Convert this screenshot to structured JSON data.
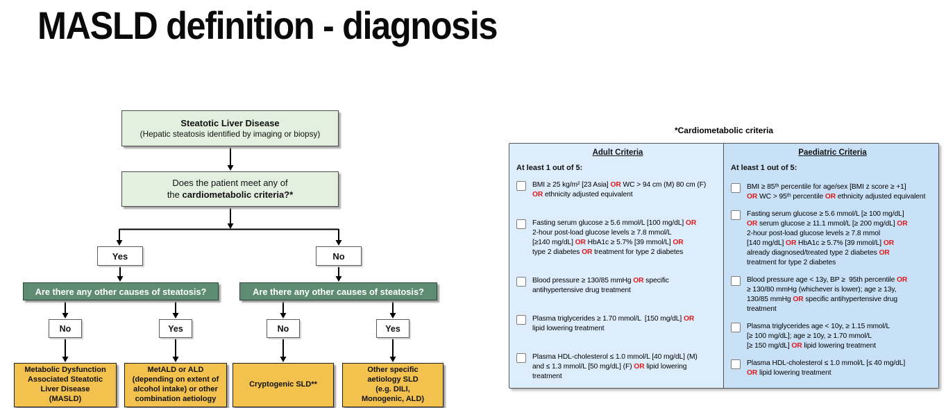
{
  "title": "MASLD definition - diagnosis",
  "flowchart": {
    "root": {
      "title": "Steatotic Liver Disease",
      "subtitle": "(Hepatic steatosis identified by imaging or biopsy)"
    },
    "question": {
      "line1": "Does the patient meet any of",
      "line2_prefix": "the ",
      "line2_bold": "cardiometabolic criteria?*"
    },
    "branch_yes": "Yes",
    "branch_no": "No",
    "steatosis_question_left": "Are there any other causes of steatosis?",
    "steatosis_question_right": "Are there any other causes of steatosis?",
    "sub_answers": [
      "No",
      "Yes",
      "No",
      "Yes"
    ],
    "outcomes": [
      {
        "lines": [
          "Metabolic Dysfunction",
          "Associated Steatotic",
          "Liver Disease",
          "(MASLD)"
        ]
      },
      {
        "lines": [
          "MetALD or ALD",
          "(depending on extent of",
          "alcohol intake) or other",
          "combination aetiology"
        ]
      },
      {
        "lines": [
          "Cryptogenic SLD**"
        ]
      },
      {
        "lines": [
          "Other specific",
          "aetiology SLD",
          "(e.g. DILI,",
          "Monogenic, ALD)"
        ]
      }
    ]
  },
  "criteria_table": {
    "title": "*Cardiometabolic criteria",
    "columns": [
      {
        "header": "Adult Criteria",
        "subheader": "At least 1 out of 5:",
        "items": [
          [
            "BMI ≥ 25 kg/m² [23 Asia] OR WC > 94 cm (M) 80 cm (F)",
            "OR ethnicity adjusted equivalent"
          ],
          [
            "Fasting serum glucose ≥ 5.6 mmol/L [100 mg/dL] OR",
            "2-hour post-load glucose levels ≥ 7.8 mmol/L",
            "[≥140 mg/dL] OR HbA1c ≥ 5.7% [39 mmol/L] OR",
            "type 2 diabetes OR treatment for type 2 diabetes"
          ],
          [
            "Blood pressure ≥ 130/85 mmHg OR specific",
            "antihypertensive drug treatment"
          ],
          [
            "Plasma triglycerides ≥ 1.70 mmol/L  [150 mg/dL] OR",
            "lipid lowering treatment"
          ],
          [
            "Plasma HDL-cholesterol ≤ 1.0 mmol/L [40 mg/dL] (M)",
            "and ≤ 1.3 mmol/L [50 mg/dL] (F) OR lipid lowering",
            "treatment"
          ]
        ]
      },
      {
        "header": "Paediatric Criteria",
        "subheader": "At least 1 out of 5:",
        "items": [
          [
            "BMI ≥ 85ᵗʰ percentile for age/sex [BMI z score ≥ +1]",
            "OR WC > 95ᵗʰ percentile OR ethnicity adjusted equivalent"
          ],
          [
            "Fasting serum glucose ≥ 5.6 mmol/L [≥ 100 mg/dL]",
            "OR serum glucose ≥ 11.1 mmol/L [≥ 200 mg/dL] OR",
            "2-hour post-load glucose levels ≥ 7.8 mmol",
            "[140 mg/dL] OR HbA1c ≥ 5.7% [39 mmol/L] OR",
            "already diagnosed/treated type 2 diabetes OR",
            "treatment for type 2 diabetes"
          ],
          [
            "Blood pressure age < 13y, BP ≥  95th percentile OR",
            "≥ 130/80 mmHg (whichever is lower); age ≥ 13y,",
            "130/85 mmHg OR specific antihypertensive drug",
            "treatment"
          ],
          [
            "Plasma triglycerides age < 10y, ≥ 1.15 mmol/L",
            "[≥ 100 mg/dL]; age ≥ 10y, ≥ 1.70 mmol/L",
            "[≥ 150 mg/dL] OR lipid lowering treatment"
          ],
          [
            "Plasma HDL-cholesterol ≤ 1.0 mmol/L [≤ 40 mg/dL]",
            "OR lipid lowering treatment"
          ]
        ]
      }
    ]
  },
  "colors": {
    "light_green_box": "#e3efdf",
    "dark_green_bar": "#5d8c72",
    "outcome_yellow": "#f2c14e",
    "adult_column_blue": "#ddedfb",
    "paediatric_column_blue": "#c9e1f6",
    "or_red": "#e01a1a"
  }
}
